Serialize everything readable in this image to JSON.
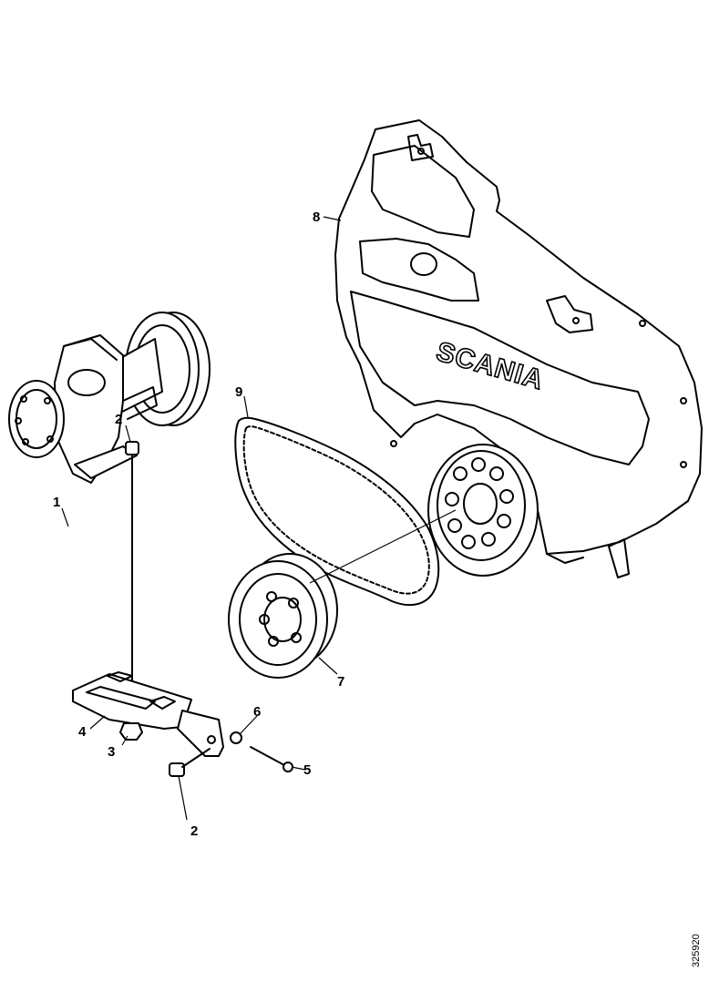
{
  "brand_text": "SCANIA",
  "drawing_code": "325920",
  "callouts": {
    "c1": "1",
    "c2a": "2",
    "c2b": "2",
    "c3": "3",
    "c4": "4",
    "c5": "5",
    "c6": "6",
    "c7": "7",
    "c8": "8",
    "c9": "9"
  },
  "colors": {
    "line": "#000000",
    "paper": "#ffffff"
  }
}
